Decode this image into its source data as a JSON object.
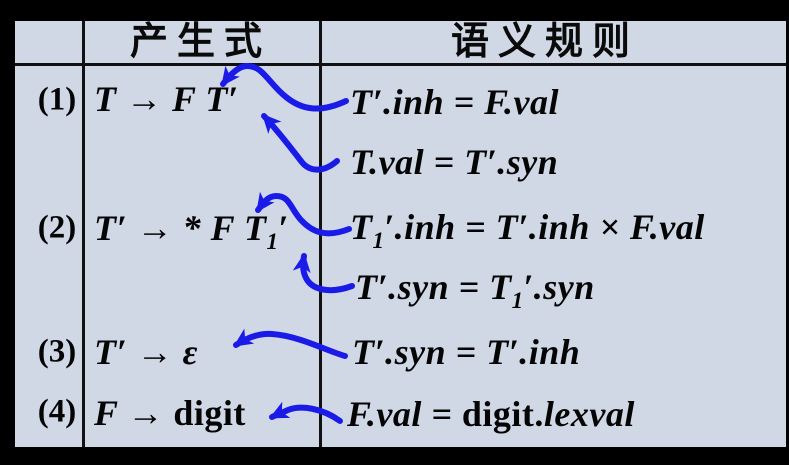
{
  "colors": {
    "frame_background": "#000000",
    "table_background": "#d0d8e6",
    "grid_line": "#111111",
    "text": "#050505",
    "arrow": "#1b1be8"
  },
  "header": {
    "col_production": "产生式",
    "col_semantic_rules": "语义规则"
  },
  "rows": [
    {
      "num": "(1)",
      "production": "T → F T′",
      "rule1": "T′.inh = F.val",
      "rule2": "T.val = T′.syn"
    },
    {
      "num": "(2)",
      "production": {
        "pre": "T′ → * F T",
        "sub": "1",
        "post": "′"
      },
      "rule1": {
        "pre": "T",
        "sub": "1",
        "post": "′.inh = T′.inh × F.val"
      },
      "rule2": {
        "pre": "T′.syn = T",
        "sub": "1",
        "post": "′.syn"
      }
    },
    {
      "num": "(3)",
      "production": "T′ → ε",
      "rule1": "T′.syn = T′.inh"
    },
    {
      "num": "(4)",
      "production": {
        "italic": "F → ",
        "roman": "digit"
      },
      "rule1": {
        "italic1": "F.val = ",
        "roman": "digit.",
        "italic2": "lexval"
      }
    }
  ],
  "arrows": [
    {
      "from": "rule T′.inh = F.val",
      "to": "T′ in production (1)"
    },
    {
      "from": "rule T.val = T′.syn",
      "to": "T′ in production (1)"
    },
    {
      "from": "rule T1′.inh = T′.inh × F.val",
      "to": "T1′ in production (2)"
    },
    {
      "from": "rule T′.syn = T1′.syn",
      "to": "T1′ in production (2)"
    },
    {
      "from": "rule T′.syn = T′.inh",
      "to": "ε in production (3)"
    },
    {
      "from": "rule F.val = digit.lexval",
      "to": "digit in production (4)"
    }
  ]
}
